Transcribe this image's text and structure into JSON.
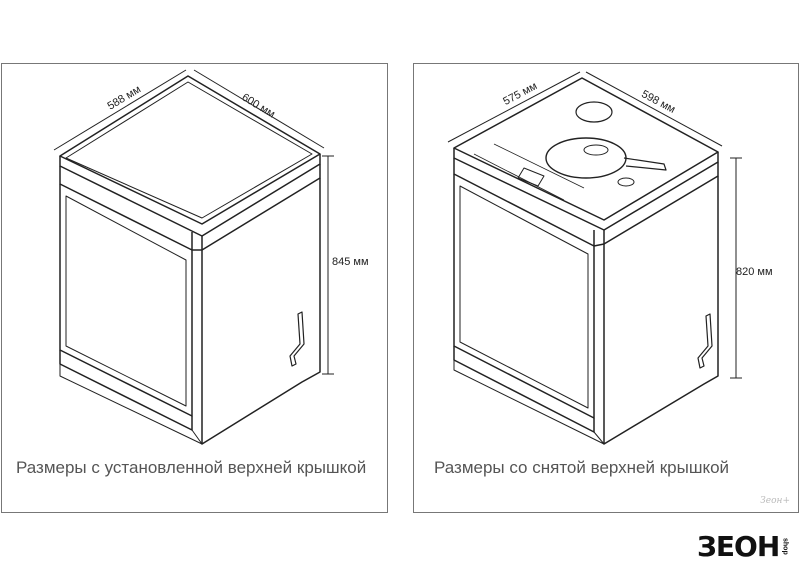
{
  "left": {
    "caption": "Размеры с установленной верхней крышкой",
    "depth": "588 мм",
    "width": "600 мм",
    "height": "845 мм"
  },
  "right": {
    "caption": "Размеры со снятой верхней крышкой",
    "depth": "575 мм",
    "width": "598 мм",
    "height": "820 мм",
    "watermark": "Зеон+"
  },
  "logo": {
    "main": "ЗЕОН",
    "sub": "shop"
  },
  "colors": {
    "outline": "#222222",
    "border": "#777777",
    "caption": "#555555"
  }
}
